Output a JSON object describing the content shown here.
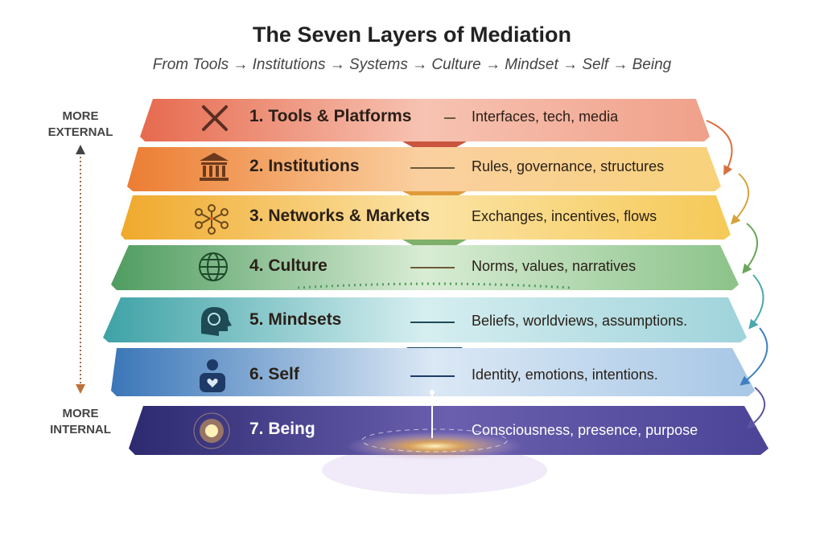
{
  "title": "The Seven Layers of Mediation",
  "subtitle": "From Tools → Institutions → Systems → Culture → Mindset → Self → Being",
  "axis": {
    "top_label": "MORE EXTERNAL",
    "bottom_label": "MORE INTERNAL"
  },
  "layers": [
    {
      "title": "1. Tools & Platforms",
      "desc": "Interfaces, tech, media",
      "icon": "tools-icon",
      "color": "#e8735a"
    },
    {
      "title": "2. Institutions",
      "desc": "Rules, governance, structures",
      "icon": "institution-icon",
      "color": "#ee8b3c"
    },
    {
      "title": "3. Networks & Markets",
      "desc": "Exchanges, incentives, flows",
      "icon": "network-icon",
      "color": "#f2b23a"
    },
    {
      "title": "4. Culture",
      "desc": "Norms, values, narratives",
      "icon": "globe-icon",
      "color": "#5aa36a"
    },
    {
      "title": "5. Mindsets",
      "desc": "Beliefs, worldviews, assumptions.",
      "icon": "head-icon",
      "color": "#4aa8ae"
    },
    {
      "title": "6. Self",
      "desc": "Identity, emotions, intentions.",
      "icon": "person-heart-icon",
      "color": "#3f7fbf"
    },
    {
      "title": "7. Being",
      "desc": "Consciousness, presence, purpose",
      "icon": "glowing-orb-icon",
      "color": "#3a3580"
    }
  ]
}
